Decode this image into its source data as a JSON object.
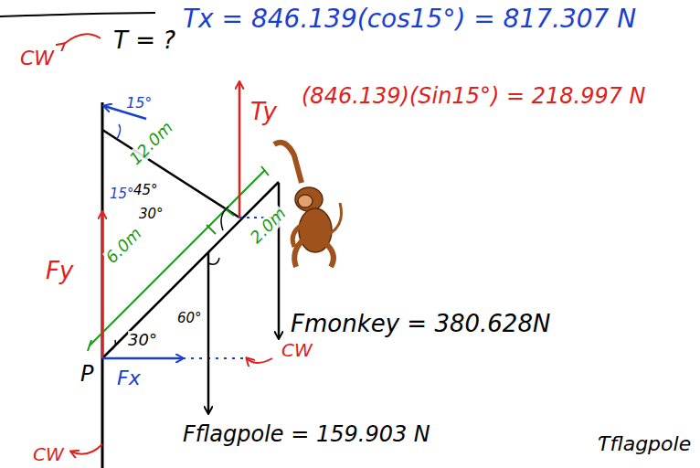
{
  "diagram": {
    "labels": [
      "T = ?",
      "Tx = 846.139(cos15°) = 817.307 N",
      "Ty",
      "(846.139)(Sin15°) = 218.997 N",
      "CW",
      "15°",
      "12.0m",
      "15°",
      "45°",
      "30°",
      "6.0m",
      "2.0m",
      "60°",
      "30°",
      "Fy",
      "P",
      "Fx",
      "Fmonkey = 380.628N",
      "Fflagpole = 159.903 N",
      "CW",
      "CW",
      "Ƭflagpole"
    ]
  }
}
